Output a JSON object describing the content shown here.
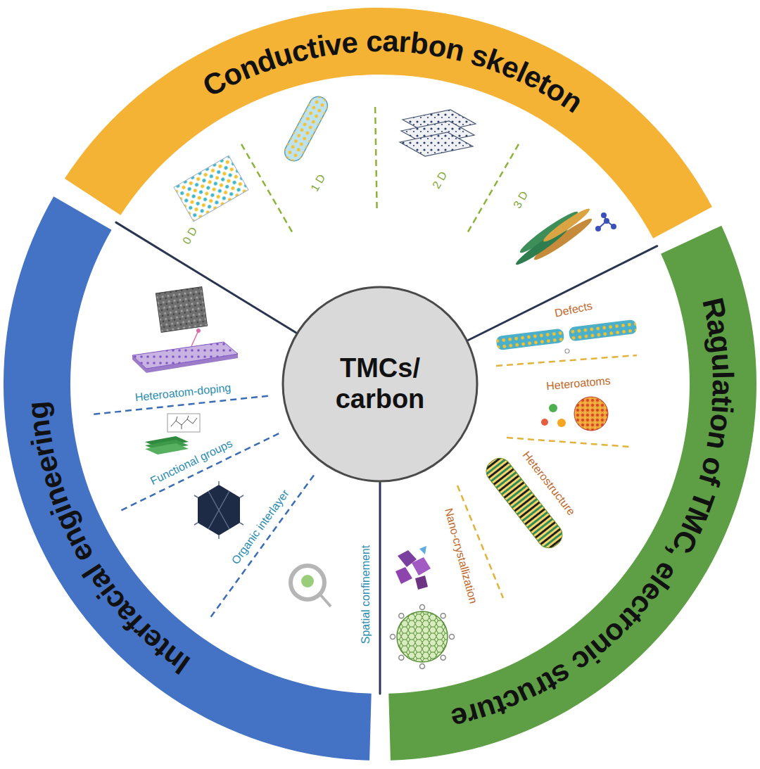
{
  "diagram": {
    "nodes": [
      {
        "text": [
          "Conductive carbon skeleton"
        ]
      },
      {
        "text": [
          "Interfacial engineering"
        ]
      },
      {
        "text": [
          "Ragulation of TMC, electronic structure"
        ]
      },
      {
        "text": [
          "TMCs/ carbon"
        ]
      }
    ],
    "labels": [
      "0 D",
      "1 D",
      "2 D",
      "3 D",
      "Heteroatom-doping",
      "Functional groups",
      "Organic interlayer",
      "Spatial confinement",
      "Defects",
      "Heteroatoms",
      "Heterostructure",
      "Nano-crystallization"
    ]
  }
}
